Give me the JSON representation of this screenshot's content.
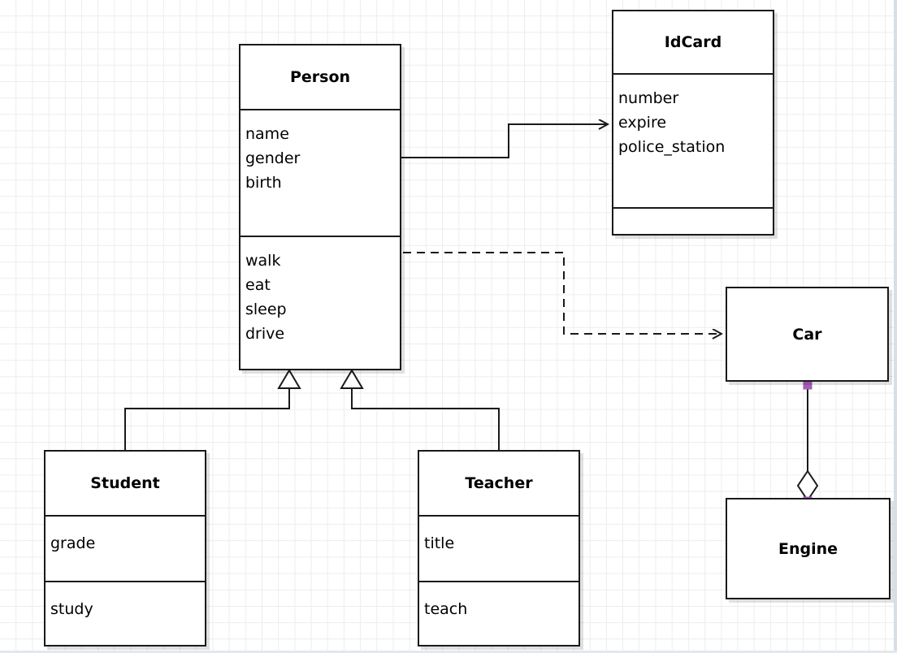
{
  "diagram": {
    "type": "uml-class-diagram",
    "background": "#ffffff",
    "grid_color": "#ededed",
    "line_color": "#1a1a1a",
    "selection_handle_color": "#a65cb8"
  },
  "classes": {
    "person": {
      "name": "Person",
      "attributes": [
        "name",
        "gender",
        "birth"
      ],
      "operations": [
        "walk",
        "eat",
        "sleep",
        "drive"
      ]
    },
    "idcard": {
      "name": "IdCard",
      "attributes": [
        "number",
        "expire",
        "police_station"
      ],
      "operations": []
    },
    "student": {
      "name": "Student",
      "attributes": [
        "grade"
      ],
      "operations": [
        "study"
      ]
    },
    "teacher": {
      "name": "Teacher",
      "attributes": [
        "title"
      ],
      "operations": [
        "teach"
      ]
    },
    "car": {
      "name": "Car",
      "attributes": [],
      "operations": []
    },
    "engine": {
      "name": "Engine",
      "attributes": [],
      "operations": []
    }
  },
  "relationships": [
    {
      "id": "person-idcard",
      "kind": "association",
      "from": "Person",
      "to": "IdCard",
      "line_style": "solid",
      "arrowhead": "open"
    },
    {
      "id": "person-car",
      "kind": "dependency",
      "from": "Person",
      "to": "Car",
      "line_style": "dashed",
      "arrowhead": "open"
    },
    {
      "id": "student-person",
      "kind": "generalization",
      "from": "Student",
      "to": "Person",
      "line_style": "solid",
      "arrowhead": "hollow-triangle"
    },
    {
      "id": "teacher-person",
      "kind": "generalization",
      "from": "Teacher",
      "to": "Person",
      "line_style": "solid",
      "arrowhead": "hollow-triangle"
    },
    {
      "id": "car-engine",
      "kind": "aggregation",
      "from": "Car",
      "to": "Engine",
      "line_style": "solid",
      "arrowhead": "hollow-diamond",
      "selected": true
    }
  ]
}
